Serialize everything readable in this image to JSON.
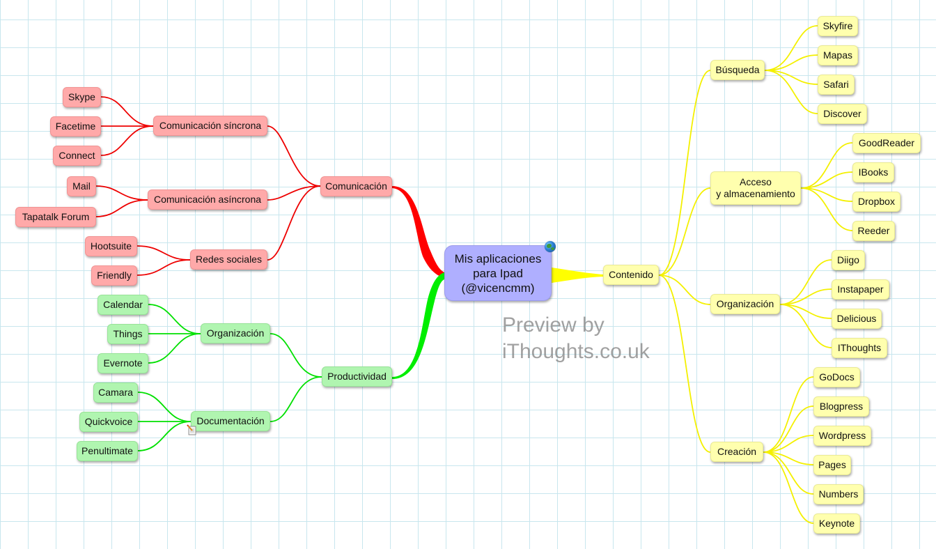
{
  "colors": {
    "red_branch": "#ff0000",
    "green_branch": "#00ee00",
    "yellow_branch": "#ffff00",
    "red_node": "#ffa9a9",
    "green_node": "#b0f5b0",
    "yellow_node": "#ffffae",
    "center_node": "#afafff",
    "grid": "#c8e6ee"
  },
  "center": {
    "label": "Mis aplicaciones\npara Ipad\n(@vicencmm)",
    "icon": "globe-icon"
  },
  "watermark": "Preview by\niThoughts.co.uk",
  "left": {
    "comunicacion": {
      "label": "Comunicación",
      "groups": [
        {
          "label": "Comunicación síncrona",
          "items": [
            "Skype",
            "Facetime",
            "Connect"
          ]
        },
        {
          "label": "Comunicación asíncrona",
          "items": [
            "Mail",
            "Tapatalk Forum"
          ]
        },
        {
          "label": "Redes sociales",
          "items": [
            "Hootsuite",
            "Friendly"
          ]
        }
      ]
    },
    "productividad": {
      "label": "Productividad",
      "groups": [
        {
          "label": "Organización",
          "items": [
            "Calendar",
            "Things",
            "Evernote"
          ]
        },
        {
          "label": "Documentación",
          "items": [
            "Camara",
            "Quickvoice",
            "Penultimate"
          ],
          "icon": "note-icon"
        }
      ]
    }
  },
  "right": {
    "contenido": {
      "label": "Contenido",
      "groups": [
        {
          "label": "Búsqueda",
          "items": [
            "Skyfire",
            "Mapas",
            "Safari",
            "Discover"
          ]
        },
        {
          "label": "Acceso\ny almacenamiento",
          "items": [
            "GoodReader",
            "IBooks",
            "Dropbox",
            "Reeder"
          ]
        },
        {
          "label": "Organización",
          "items": [
            "Diigo",
            "Instapaper",
            "Delicious",
            "IThoughts"
          ]
        },
        {
          "label": "Creación",
          "items": [
            "GoDocs",
            "Blogpress",
            "Wordpress",
            "Pages",
            "Numbers",
            "Keynote"
          ]
        }
      ]
    }
  }
}
